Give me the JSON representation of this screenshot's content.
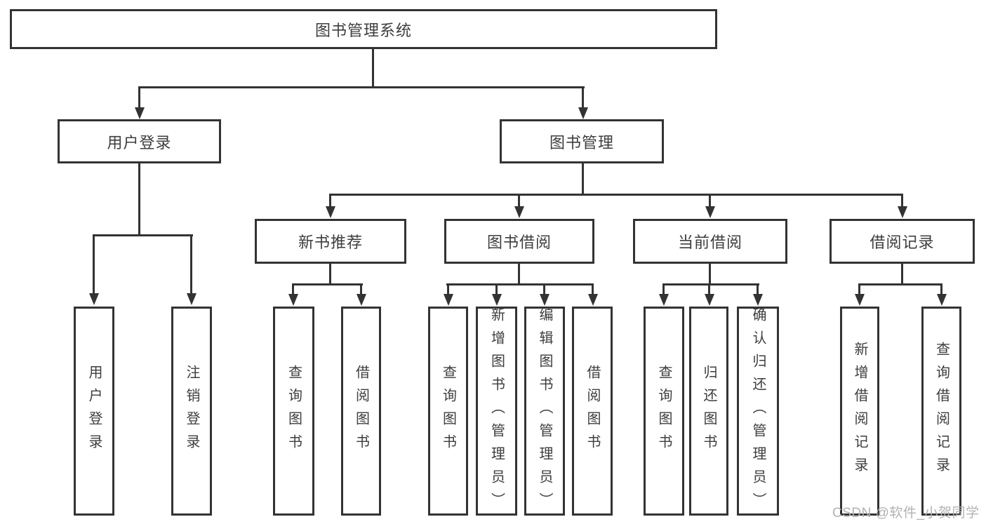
{
  "tree": {
    "root": "图书管理系统",
    "level2": [
      "用户登录",
      "图书管理"
    ],
    "level3": [
      "新书推荐",
      "图书借阅",
      "当前借阅",
      "借阅记录"
    ],
    "leaves": {
      "user": [
        "用户登录",
        "注销登录"
      ],
      "recommend": [
        "查询图书",
        "借阅图书"
      ],
      "borrow": [
        "查询图书",
        "新增图书（管理员）",
        "编辑图书（管理员）",
        "借阅图书"
      ],
      "current": [
        "查询图书",
        "归还图书",
        "确认归还（管理员）"
      ],
      "records": [
        "新增借阅记录",
        "查询借阅记录"
      ]
    }
  },
  "watermark": {
    "text": "CSDN @软件_小贺同学"
  },
  "colors": {
    "line": "#333333",
    "text": "#3d3d3d",
    "watermark": "#b2b2b2",
    "background": "#ffffff"
  }
}
